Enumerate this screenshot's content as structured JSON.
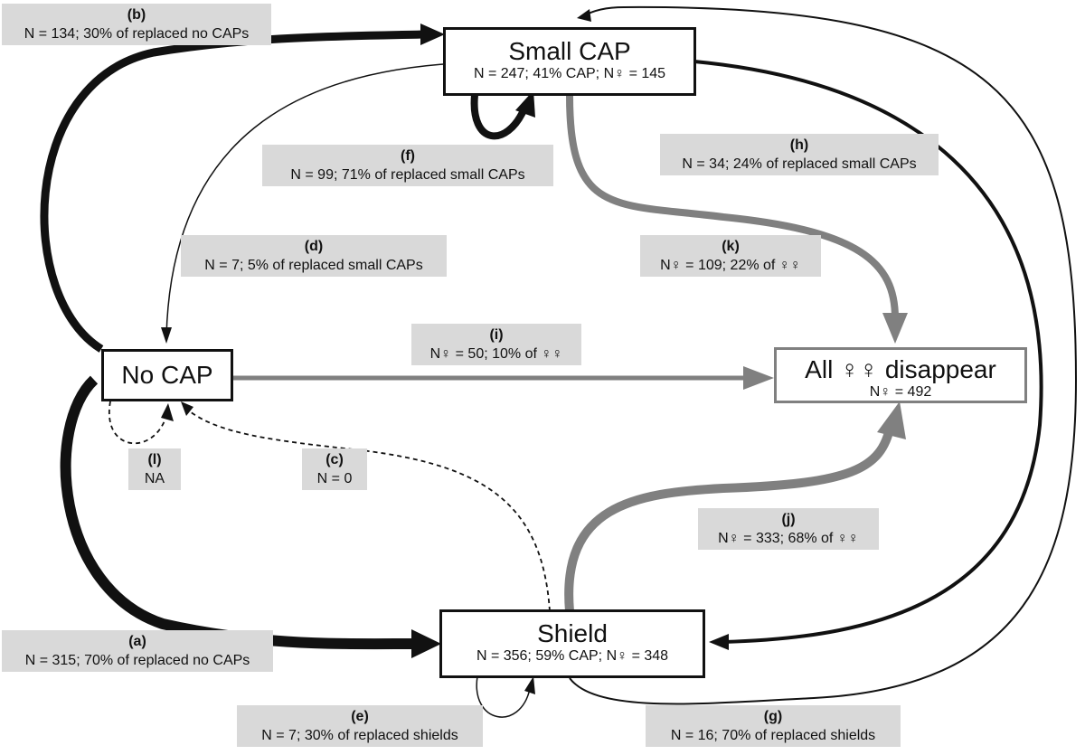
{
  "nodes": {
    "small_cap": {
      "title": "Small CAP",
      "sub": "N = 247; 41% CAP; N♀ = 145"
    },
    "no_cap": {
      "title": "No CAP"
    },
    "shield": {
      "title": "Shield",
      "sub": "N = 356; 59% CAP;  N♀ = 348"
    },
    "disappear": {
      "title": "All ♀♀ disappear",
      "sub": "N♀ = 492"
    }
  },
  "labels": {
    "a": {
      "tag": "(a)",
      "text": "N = 315; 70% of replaced no CAPs"
    },
    "b": {
      "tag": "(b)",
      "text": "N = 134; 30% of replaced no CAPs"
    },
    "c": {
      "tag": "(c)",
      "text": "N = 0"
    },
    "d": {
      "tag": "(d)",
      "text": "N = 7; 5% of replaced small CAPs"
    },
    "e": {
      "tag": "(e)",
      "text": "N = 7; 30% of replaced shields"
    },
    "f": {
      "tag": "(f)",
      "text": "N = 99; 71% of replaced small CAPs"
    },
    "g": {
      "tag": "(g)",
      "text": "N = 16; 70% of replaced shields"
    },
    "h": {
      "tag": "(h)",
      "text": "N = 34; 24% of replaced small CAPs"
    },
    "i": {
      "tag": "(i)",
      "text": "N♀ = 50; 10% of ♀♀"
    },
    "j": {
      "tag": "(j)",
      "text": "N♀ = 333; 68% of ♀♀"
    },
    "k": {
      "tag": "(k)",
      "text": "N♀ = 109; 22% of ♀♀"
    },
    "l": {
      "tag": "(l)",
      "text": "NA"
    }
  },
  "colors": {
    "black_edge": "#111111",
    "gray_edge": "#808080",
    "label_bg": "#d9d9d9"
  }
}
